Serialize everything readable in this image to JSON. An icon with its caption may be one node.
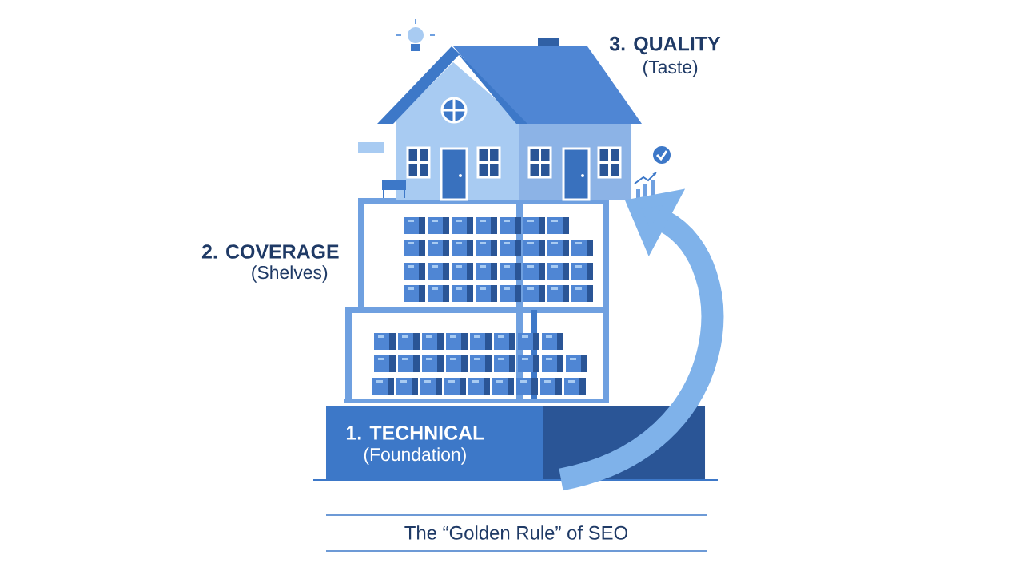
{
  "diagram": {
    "caption": "The “Golden Rule” of SEO",
    "nodes": [
      {
        "text": [
          "1. TECHNICAL",
          "(Foundation)"
        ]
      },
      {
        "text": [
          "2. COVERAGE",
          "(Shelves)"
        ]
      },
      {
        "text": [
          "3. QUALITY",
          "(Taste)"
        ]
      }
    ],
    "edges": [
      {
        "from": 0,
        "to": 2,
        "arrow": "to"
      }
    ]
  }
}
